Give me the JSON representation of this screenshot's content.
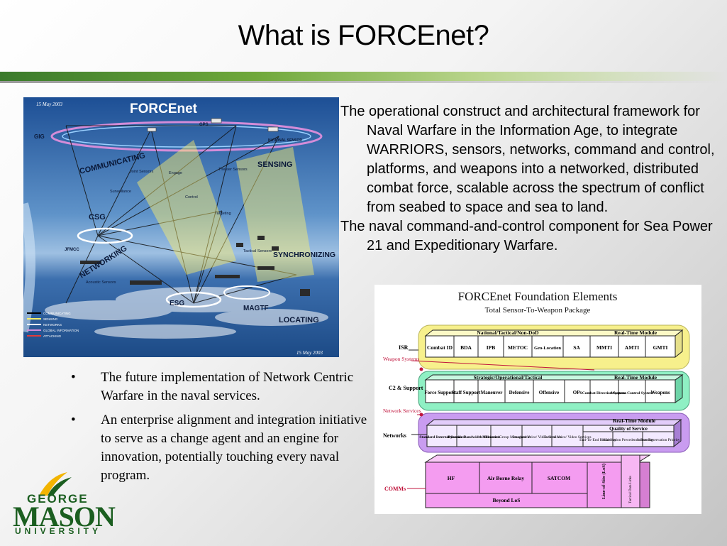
{
  "slide": {
    "title": "What is FORCEnet?"
  },
  "definitions": [
    "The operational construct and architectural framework for Naval Warfare in the Information Age, to integrate WARRIORS, sensors, networks, command and control, platforms, and weapons into a networked, distributed combat force, scalable across the spectrum of conflict from seabed to space and sea to land.",
    "The naval command-and-control component for Sea Power 21 and Expeditionary Warfare."
  ],
  "bullets": {
    "marker": "•",
    "items": [
      "The future implementation of Network Centric Warfare in the naval services.",
      "An enterprise alignment and integration initiative to serve as a change agent and an engine for innovation, potentially touching every naval program."
    ]
  },
  "forcenet_diagram": {
    "title": "FORCEnet",
    "date_top": "15 May 2003",
    "date_bottom": "15 May 2003",
    "labels": {
      "communicating": "COMMUNICATING",
      "sensing": "SENSING",
      "networking": "NETWORKING",
      "synchronizing": "SYNCHRONIZING",
      "locating": "LOCATING",
      "csg": "CSG",
      "esg": "ESG",
      "magtf": "MAGTF",
      "gig": "GIG",
      "jfmcc": "JFMCC",
      "national_sensor": "NATIONAL SENSOR",
      "gps": "GPS",
      "targeting": "Targeting",
      "tactical_sensors": "Tactical Sensors",
      "theater_sensors": "Theater Sensors",
      "joint_sensors": "Joint Sensors",
      "surveillance": "Surveillance",
      "control": "Control",
      "engage": "Engage",
      "acoustic_sensors": "Acoustic Sensors"
    },
    "legend": [
      "COMMUNICATING",
      "SENSING",
      "NETWORKS",
      "GLOBAL INFORMATION",
      "ATTACKING"
    ]
  },
  "foundation": {
    "title": "FORCEnet Foundation Elements",
    "subtitle": "Total Sensor-To-Weapon Package",
    "rows": {
      "isr": {
        "label": "ISR",
        "header": "National/Tactical/Non-DoD",
        "rt_header": "Real-Time Module",
        "cells": [
          "Combat ID",
          "BDA",
          "IPB",
          "METOC",
          "Geo-Location",
          "SA"
        ],
        "rt_cells": [
          "MMTI",
          "AMTI",
          "GMTI"
        ]
      },
      "c2": {
        "label": "C2 & Support",
        "header": "Strategic/Operational/Tactical",
        "rt_header": "Real-Time Module",
        "cells": [
          "Force Support",
          "Staff Support",
          "Maneuver",
          "Defensive",
          "Offensive",
          "OPs"
        ],
        "rt_cells": [
          "Combat Direction Systems",
          "Weapons Control System",
          "Weapons"
        ]
      },
      "networks": {
        "label": "Networks",
        "rt_header": "Real-Time Module",
        "qos": "Quality of Service",
        "cells": [
          "Standard Internet Services",
          "Dynamic Bandwidth Allocation",
          "Multicast/ Group Management",
          "Standard Voice/ Video Services",
          "Tactical Voice/ Video Services"
        ],
        "rt_cells": [
          "End-To-End Reliability",
          "Information Precedence Routing",
          "Subnet Reservation Priority"
        ]
      },
      "comms": {
        "label": "COMMs",
        "cells": [
          "HF",
          "Air Borne Relay",
          "SATCOM"
        ],
        "los": "Line-of-Site (LoS)",
        "beyond": "Beyond LoS",
        "side": "Tactical Data Links"
      }
    },
    "side_labels": {
      "weapon": "Weapon Systems",
      "network": "Network Services"
    },
    "colors": {
      "isr": "#f7f08c",
      "c2": "#8ff0c4",
      "networks": "#c99cf0",
      "comms": "#f49cf0"
    }
  },
  "logo": {
    "george": "GEORGE",
    "mason": "MASON",
    "university": "UNIVERSITY",
    "color": "#1b5e20",
    "accent": "#f2b400"
  }
}
